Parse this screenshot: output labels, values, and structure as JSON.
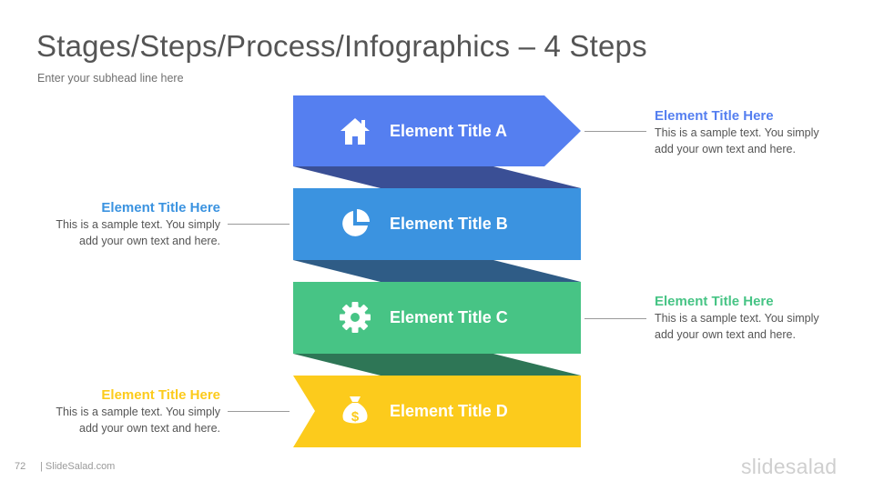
{
  "slide": {
    "title": "Stages/Steps/Process/Infographics – 4 Steps",
    "subhead": "Enter your subhead  line here"
  },
  "steps": [
    {
      "label": "Element Title A",
      "icon": "home-icon",
      "color": "#557FF0",
      "fold_color": "#3A4F95",
      "callout": {
        "title": "Element Title Here",
        "text": "This is a sample text. You simply add your own text and here.",
        "side": "right"
      }
    },
    {
      "label": "Element Title B",
      "icon": "pie-chart-icon",
      "color": "#3B93E0",
      "fold_color": "#2F5C86",
      "callout": {
        "title": "Element Title Here",
        "text": "This is a sample text. You simply add your own text and here.",
        "side": "left"
      }
    },
    {
      "label": "Element Title C",
      "icon": "gear-icon",
      "color": "#47C485",
      "fold_color": "#2E7656",
      "callout": {
        "title": "Element Title Here",
        "text": "This is a sample text. You simply add your own text and here.",
        "side": "right"
      }
    },
    {
      "label": "Element Title D",
      "icon": "money-bag-icon",
      "color": "#FCCB1C",
      "fold_color": null,
      "callout": {
        "title": "Element Title Here",
        "text": "This is a sample text. You simply add your own text and here.",
        "side": "left"
      }
    }
  ],
  "footer": {
    "page_number": "72",
    "site": "| SlideSalad.com",
    "logo": "slidesalad"
  }
}
